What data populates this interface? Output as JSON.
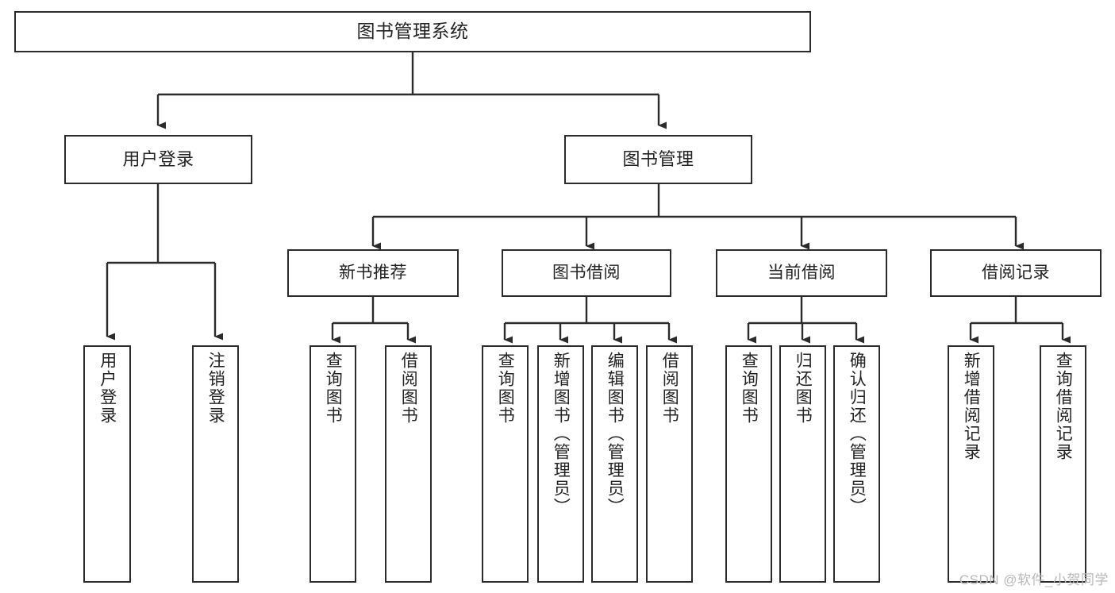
{
  "diagram": {
    "title": "图书管理系统",
    "type": "tree-hierarchy",
    "watermark": "CSDN @软件_小贺同学",
    "root": {
      "id": "root",
      "label": "图书管理系统"
    },
    "level1": [
      {
        "id": "user-login",
        "label": "用户登录"
      },
      {
        "id": "book-manage",
        "label": "图书管理"
      }
    ],
    "level2": [
      {
        "id": "new-book-recommend",
        "label": "新书推荐",
        "parent": "book-manage"
      },
      {
        "id": "book-borrow",
        "label": "图书借阅",
        "parent": "book-manage"
      },
      {
        "id": "current-borrow",
        "label": "当前借阅",
        "parent": "book-manage"
      },
      {
        "id": "borrow-record",
        "label": "借阅记录",
        "parent": "book-manage"
      }
    ],
    "leaves": [
      {
        "id": "leaf-user-login",
        "label": "用户登录",
        "parent": "user-login"
      },
      {
        "id": "leaf-user-logout",
        "label": "注销登录",
        "parent": "user-login"
      },
      {
        "id": "leaf-query-book-1",
        "label": "查询图书",
        "parent": "new-book-recommend"
      },
      {
        "id": "leaf-borrow-book-1",
        "label": "借阅图书",
        "parent": "new-book-recommend"
      },
      {
        "id": "leaf-query-book-2",
        "label": "查询图书",
        "parent": "book-borrow"
      },
      {
        "id": "leaf-add-book",
        "label": "新增图书（管理员）",
        "parent": "book-borrow"
      },
      {
        "id": "leaf-edit-book",
        "label": "编辑图书（管理员）",
        "parent": "book-borrow"
      },
      {
        "id": "leaf-borrow-book-2",
        "label": "借阅图书",
        "parent": "book-borrow"
      },
      {
        "id": "leaf-query-book-3",
        "label": "查询图书",
        "parent": "current-borrow"
      },
      {
        "id": "leaf-return-book",
        "label": "归还图书",
        "parent": "current-borrow"
      },
      {
        "id": "leaf-confirm-return",
        "label": "确认归还（管理员）",
        "parent": "current-borrow"
      },
      {
        "id": "leaf-add-record",
        "label": "新增借阅记录",
        "parent": "borrow-record"
      },
      {
        "id": "leaf-query-record",
        "label": "查询借阅记录",
        "parent": "borrow-record"
      }
    ],
    "colors": {
      "background": "#ffffff",
      "box_fill": "#ffffff",
      "box_stroke": "#2b2b2b",
      "text": "#232323",
      "edge": "#2b2b2b",
      "watermark": "#b9b9b9"
    }
  }
}
